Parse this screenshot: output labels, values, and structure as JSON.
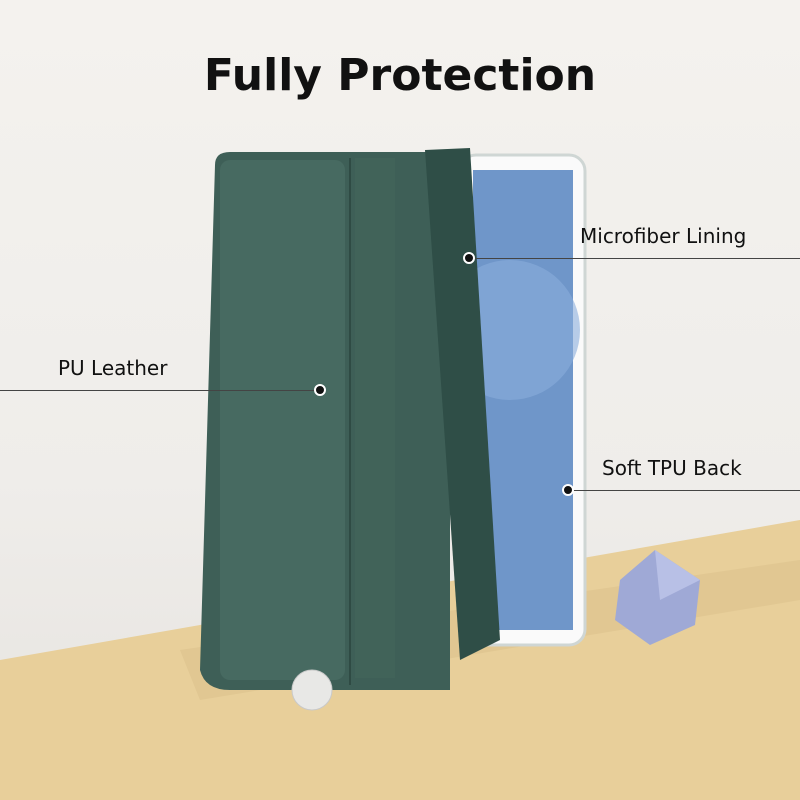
{
  "title": "Fully Protection",
  "labels": {
    "microfiber": "Microfiber Lining",
    "pu": "PU Leather",
    "tpu": "Soft TPU Back"
  },
  "colors": {
    "case": "#3a5a52",
    "floor": "#e8cf9a"
  }
}
